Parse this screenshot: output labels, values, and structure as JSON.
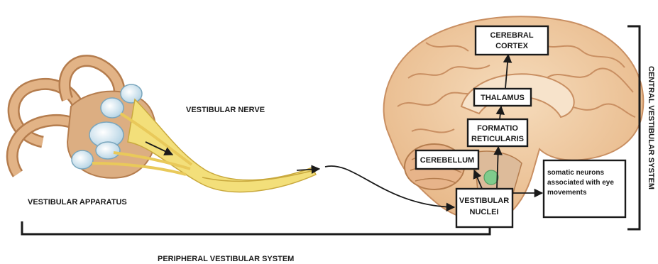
{
  "labels": {
    "vestibular_nerve": "VESTIBULAR NERVE",
    "vestibular_apparatus": "VESTIBULAR APPARATUS",
    "peripheral_system": "PERIPHERAL VESTIBULAR SYSTEM",
    "central_system": "CENTRAL VESTIBULAR SYSTEM"
  },
  "boxes": {
    "cerebral_cortex": [
      "CEREBRAL",
      "CORTEX"
    ],
    "thalamus": "THALAMUS",
    "formatio_reticularis": [
      "FORMATIO",
      "RETICULARIS"
    ],
    "cerebellum": "CEREBELLUM",
    "vestibular_nuclei": [
      "VESTIBULAR",
      "NUCLEI"
    ],
    "somatic_neurons": [
      "somatic neurons",
      "associated with eye",
      "movements"
    ]
  },
  "colors": {
    "brain": "#f0c9a0",
    "brain_outline": "#c98f62",
    "nerve": "#f3df7a",
    "bone": "#d9a878",
    "brainstem_highlight": "#6fcf8a"
  }
}
